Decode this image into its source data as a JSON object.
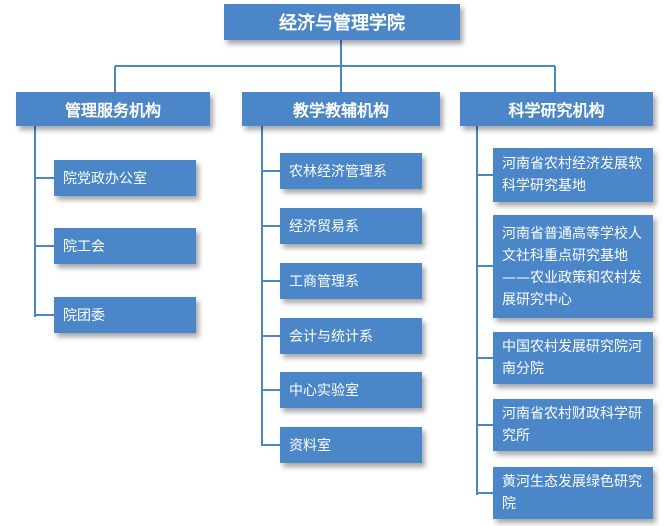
{
  "root": "经济与管理学院",
  "categories": [
    {
      "label": "管理服务机构",
      "items": [
        "院党政办公室",
        "院工会",
        "院团委"
      ]
    },
    {
      "label": "教学教辅机构",
      "items": [
        "农林经济管理系",
        "经济贸易系",
        "工商管理系",
        "会计与统计系",
        "中心实验室",
        "资料室"
      ]
    },
    {
      "label": "科学研究机构",
      "items": [
        "河南省农村经济发展软科学研究基地",
        "河南省普通高等学校人文社科重点研究基地——农业政策和农村发展研究中心",
        "中国农村发展研究院河南分院",
        "河南省农村财政科学研究所",
        "黄河生态发展绿色研究院"
      ]
    }
  ],
  "colors": {
    "box": "#4a86c8",
    "text": "#ffffff",
    "background": "#ffffff"
  }
}
